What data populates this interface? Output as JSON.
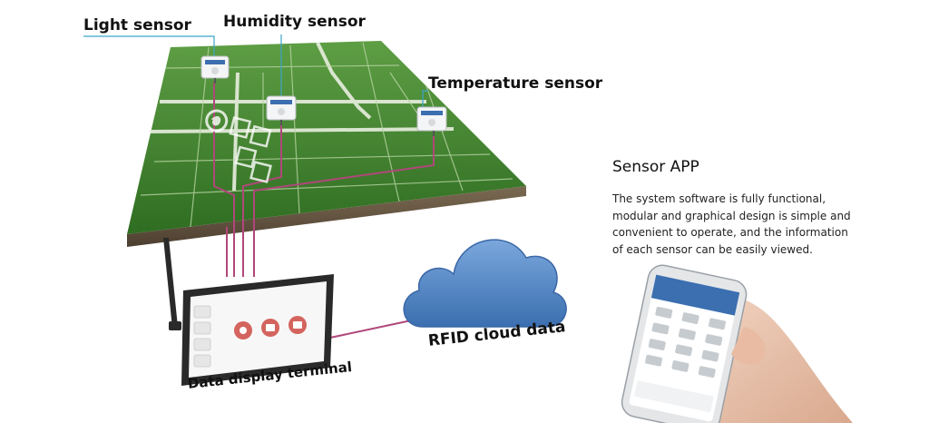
{
  "labels": {
    "light_sensor": "Light sensor",
    "humidity_sensor": "Humidity sensor",
    "temperature_sensor": "Temperature sensor",
    "cloud": "RFID cloud data",
    "terminal": "Data display terminal"
  },
  "app": {
    "title": "Sensor APP",
    "description": "The system software is fully functional, modular and graphical design is simple and convenient to operate, and the information of each sensor can be easily viewed."
  },
  "colors": {
    "field_green": "#3e8a2c",
    "field_dark": "#2d6a1f",
    "soil": "#6b5a45",
    "wire": "#b0477a",
    "cloud": "#4f86c6",
    "terminal_frame": "#2a2a2a"
  },
  "icons": {
    "watermark": "company-logo-watermark",
    "antenna": "antenna-icon",
    "phone": "smartphone-icon",
    "hand": "hand-icon"
  }
}
